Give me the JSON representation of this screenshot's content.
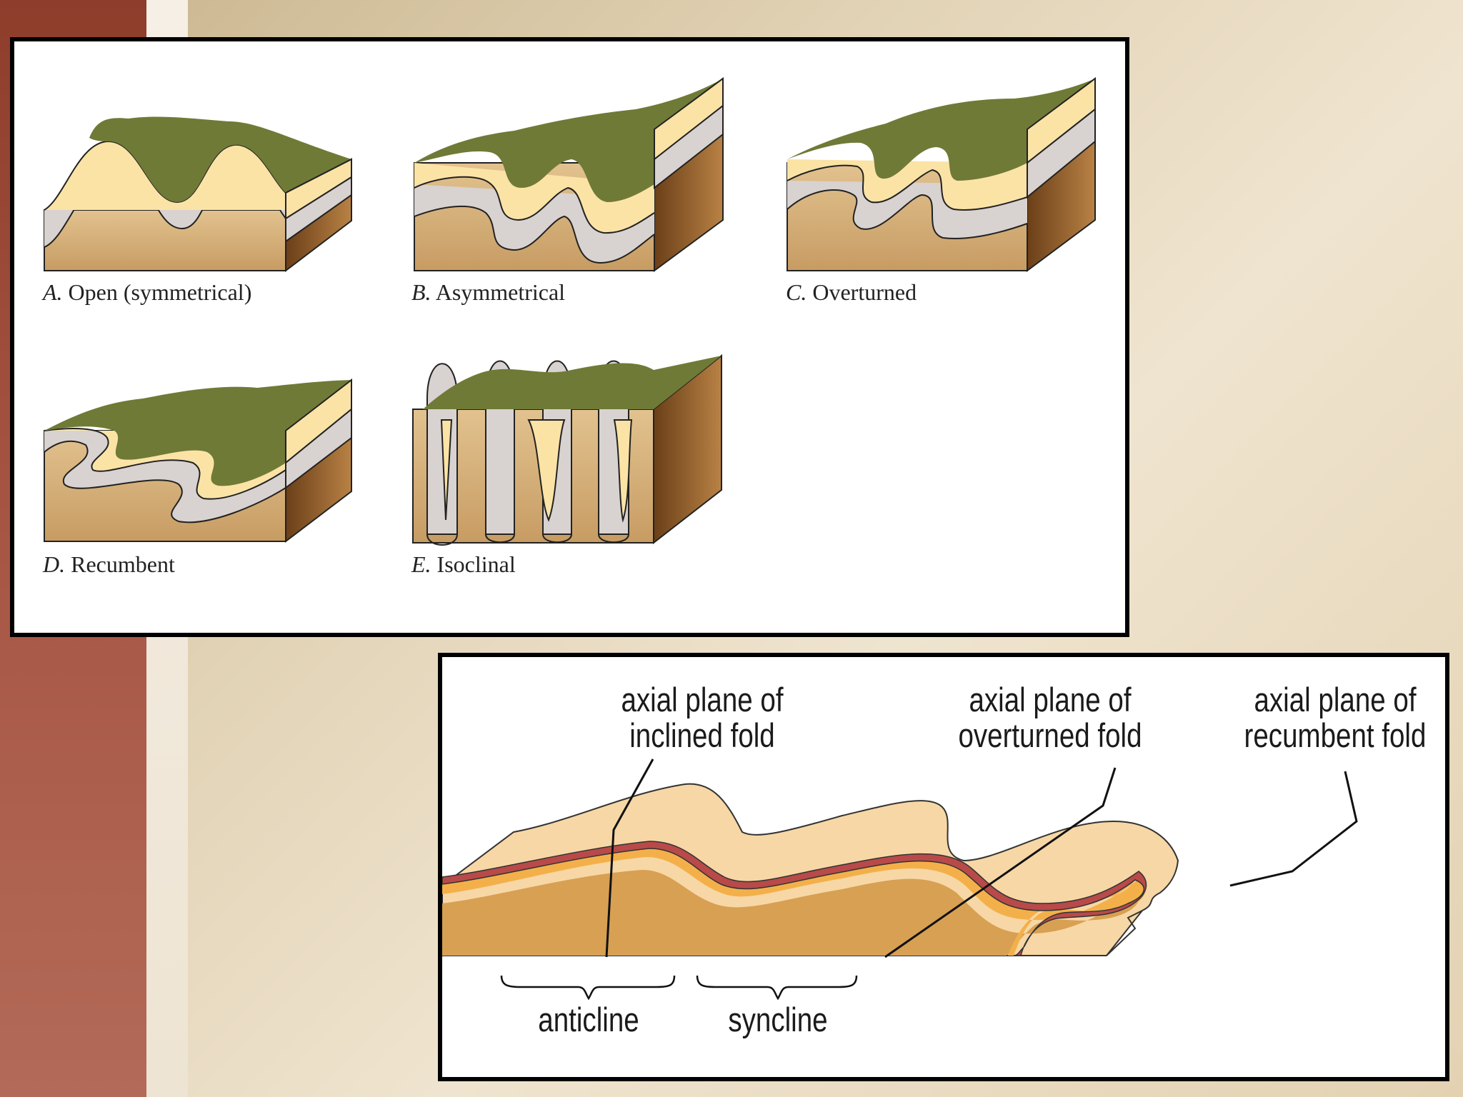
{
  "top_figure": {
    "captions": [
      {
        "letter": "A.",
        "text": "Open (symmetrical)"
      },
      {
        "letter": "B.",
        "text": "Asymmetrical"
      },
      {
        "letter": "C.",
        "text": "Overturned"
      },
      {
        "letter": "D.",
        "text": "Recumbent"
      },
      {
        "letter": "E.",
        "text": "Isoclinal"
      }
    ]
  },
  "bottom_figure": {
    "labels": {
      "inclined_1": "axial plane of",
      "inclined_2": "inclined fold",
      "overturned_1": "axial plane of",
      "overturned_2": "overturned fold",
      "recumbent_1": "axial plane of",
      "recumbent_2": "recumbent fold",
      "anticline": "anticline",
      "syncline": "syncline"
    }
  },
  "colors": {
    "vegetation": "#6f7a36",
    "yellow_layer": "#fbe3a6",
    "gray_layer": "#d8d2d0",
    "rock": "#d9b787",
    "side": "#8a5a2b",
    "red_layer": "#b84a4a",
    "orange_layer": "#e6a14a"
  }
}
